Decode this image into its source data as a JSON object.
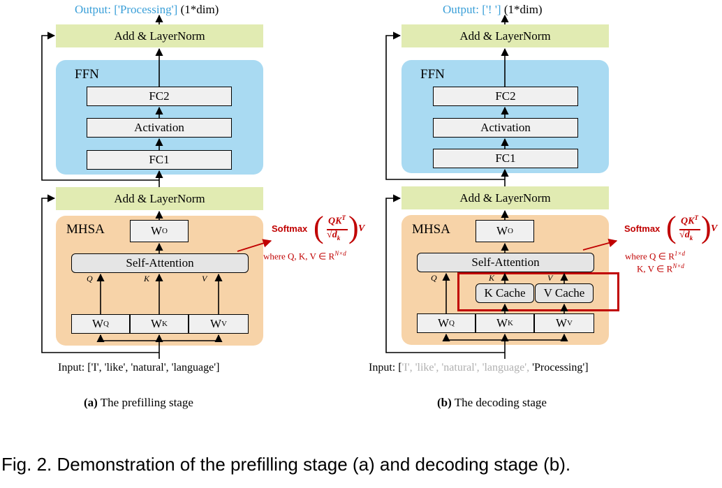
{
  "panel_a": {
    "output_label": "Output: ['Processing']",
    "output_dim": "(1*dim)",
    "add_norm_top": "Add & LayerNorm",
    "ffn_label": "FFN",
    "fc2": "FC2",
    "activation": "Activation",
    "fc1": "FC1",
    "add_norm_bottom": "Add & LayerNorm",
    "mhsa_label": "MHSA",
    "wo": "W",
    "wo_sub": "O",
    "self_attention": "Self-Attention",
    "q": "Q",
    "k": "K",
    "v": "V",
    "wq": "W",
    "wq_sub": "Q",
    "wk": "W",
    "wk_sub": "K",
    "wv": "W",
    "wv_sub": "V",
    "input_label": "Input: ['I', 'like', 'natural', 'language']",
    "caption_tag": "(a)",
    "caption_text": "The prefilling stage"
  },
  "panel_b": {
    "output_label": "Output: ['! ']",
    "output_dim": "(1*dim)",
    "add_norm_top": "Add & LayerNorm",
    "ffn_label": "FFN",
    "fc2": "FC2",
    "activation": "Activation",
    "fc1": "FC1",
    "add_norm_bottom": "Add & LayerNorm",
    "mhsa_label": "MHSA",
    "wo": "W",
    "wo_sub": "O",
    "self_attention": "Self-Attention",
    "q": "Q",
    "k": "K",
    "v": "V",
    "k_cache": "K Cache",
    "v_cache": "V Cache",
    "wq": "W",
    "wq_sub": "Q",
    "wk": "W",
    "wk_sub": "K",
    "wv": "W",
    "wv_sub": "V",
    "input_prefix": "Input: [",
    "input_cached": "'I', 'like', 'natural', 'language',",
    "input_new": "'Processing']",
    "caption_tag": "(b)",
    "caption_text": "The decoding stage"
  },
  "formula_a": {
    "softmax": "Softmax",
    "numerator": "QK",
    "numerator_sup": "T",
    "denominator": "d",
    "denominator_sub": "k",
    "v": "V",
    "where": "where Q, K, V ∈ R",
    "where_sup": "N×d"
  },
  "formula_b": {
    "softmax": "Softmax",
    "numerator": "QK",
    "numerator_sup": "T",
    "denominator": "d",
    "denominator_sub": "k",
    "v": "V",
    "where1": "where Q ∈ R",
    "where1_sup": "1×d",
    "where2": "K, V ∈ R",
    "where2_sup": "N×d"
  },
  "figure_caption": "Fig. 2. Demonstration of the prefilling stage (a) and decoding stage (b).",
  "colors": {
    "layernorm": "#e1ebb2",
    "ffn": "#a9daf2",
    "mhsa": "#f7d3a8",
    "output_text": "#3a9fd8",
    "formula": "#c00000",
    "cache_highlight": "#c00000",
    "cached_tokens": "#b0b0b0"
  }
}
